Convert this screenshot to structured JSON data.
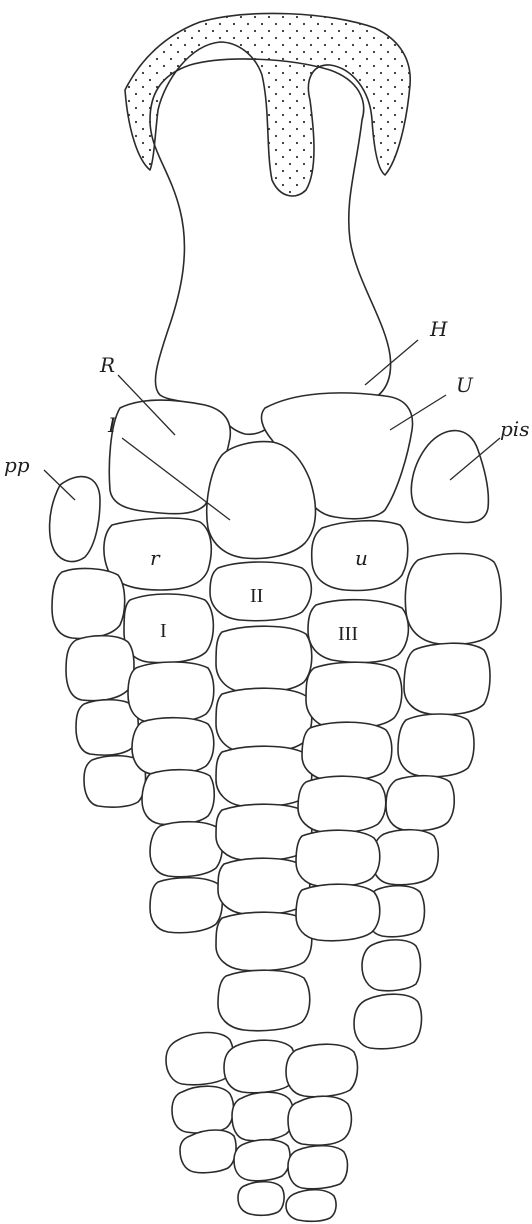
{
  "labels": {
    "humerus": "H",
    "radius": "R",
    "intermedium": "I",
    "ulna": "U",
    "pisiform": "pis",
    "prepollex": "pp",
    "radiale": "r",
    "ulnare": "u",
    "digit_1": "I",
    "digit_2": "II",
    "digit_3": "III"
  },
  "colors": {
    "ink": "#2b2b2b",
    "paper": "#ffffff"
  },
  "texture": "stippled cartilage cap on humerus head"
}
